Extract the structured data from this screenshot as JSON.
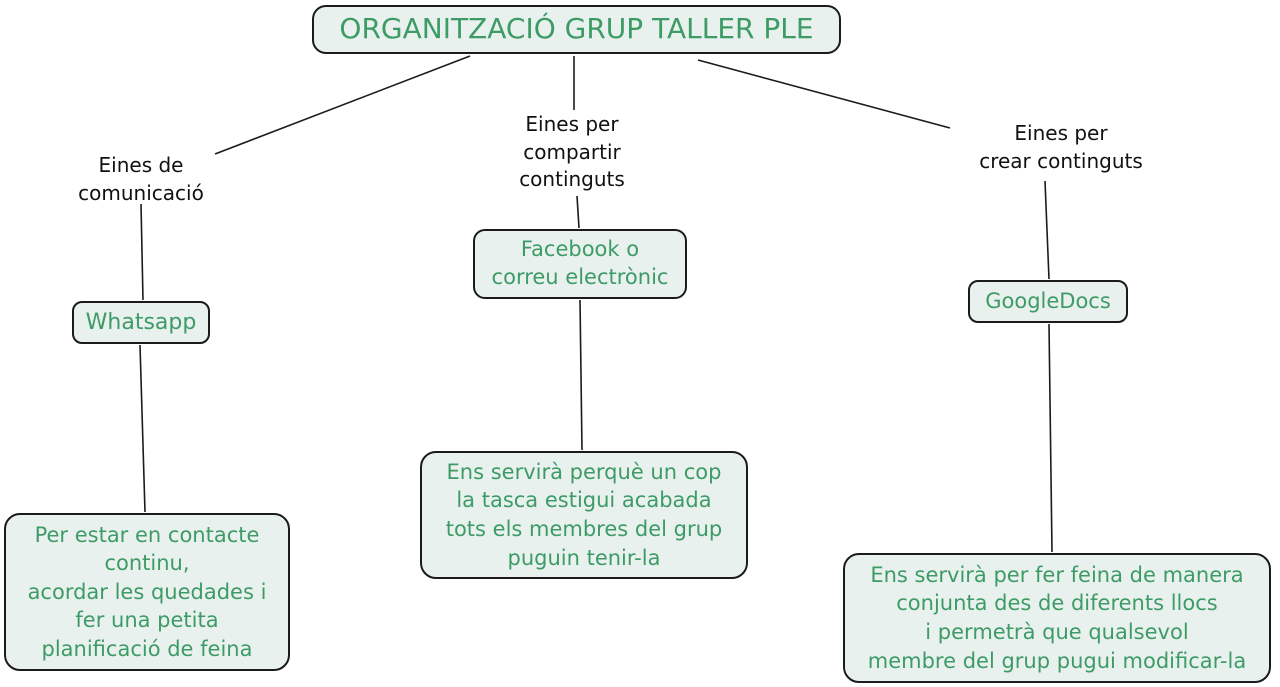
{
  "title": "ORGANITZACIÓ GRUP TALLER PLE",
  "colors": {
    "background": "#ffffff",
    "node_fill": "#e9f1ee",
    "node_border": "#1b1b1b",
    "node_text": "#3d9b66",
    "label_text": "#111111",
    "line": "#1b1b1b"
  },
  "branches": [
    {
      "category_label": "Eines de\ncomunicació",
      "tool": "Whatsapp",
      "description": "Per estar en contacte\ncontinu,\nacordar les quedades i\nfer una petita\nplanificació de feina"
    },
    {
      "category_label": "Eines per\ncompartir\ncontinguts",
      "tool": "Facebook o\ncorreu electrònic",
      "description": "Ens servirà perquè un cop\nla tasca estigui acabada\ntots els membres del grup\npuguin tenir-la"
    },
    {
      "category_label": "Eines per\ncrear continguts",
      "tool": "GoogleDocs",
      "description": "Ens servirà per fer feina de manera\nconjunta des de diferents llocs\ni permetrà que qualsevol\nmembre del grup pugui modificar-la"
    }
  ]
}
